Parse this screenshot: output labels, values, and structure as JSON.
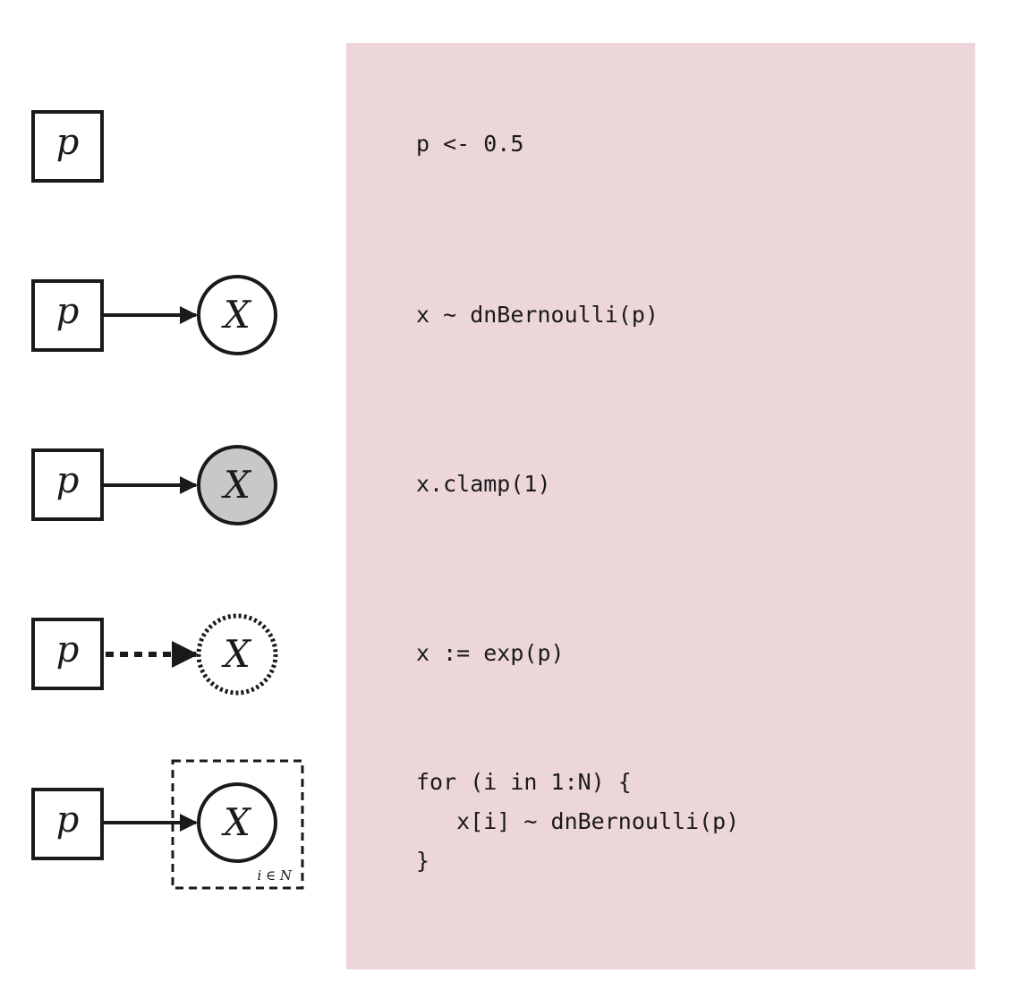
{
  "rows": [
    {
      "parent": "p",
      "child": null,
      "edge": "none",
      "child_style": "none",
      "plate": null,
      "code": [
        "p <- 0.5"
      ]
    },
    {
      "parent": "p",
      "child": "X",
      "edge": "solid",
      "child_style": "stochastic",
      "plate": null,
      "code": [
        "x ∼ dnBernoulli(p)"
      ]
    },
    {
      "parent": "p",
      "child": "X",
      "edge": "solid",
      "child_style": "clamped",
      "plate": null,
      "code": [
        "x.clamp(1)"
      ]
    },
    {
      "parent": "p",
      "child": "X",
      "edge": "dashed",
      "child_style": "deterministic",
      "plate": null,
      "code": [
        "x := exp(p)"
      ]
    },
    {
      "parent": "p",
      "child": "X",
      "edge": "solid",
      "child_style": "stochastic",
      "plate": "i ∈ N",
      "code": [
        "for (i in 1:N) {",
        "   x[i] ∼ dnBernoulli(p)",
        "}"
      ]
    }
  ],
  "colors": {
    "panel_background": "#edd6d9",
    "clamped_fill": "#c8c8c8",
    "stroke": "#1a1a1a"
  }
}
